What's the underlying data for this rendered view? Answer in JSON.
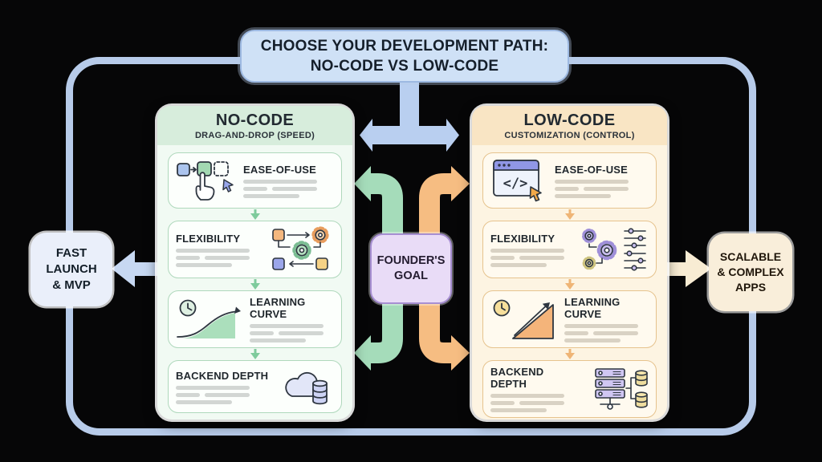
{
  "title": {
    "line1": "CHOOSE YOUR DEVELOPMENT PATH:",
    "line2": "NO-CODE VS LOW-CODE"
  },
  "nocode": {
    "title": "NO-CODE",
    "subtitle": "DRAG-AND-DROP (SPEED)",
    "items": [
      {
        "label": "EASE-OF-USE",
        "icon": "drag-drop-hand"
      },
      {
        "label": "FLEXIBILITY",
        "icon": "workflow-blocks-gears"
      },
      {
        "label": "LEARNING CURVE",
        "icon": "clock-gentle-curve"
      },
      {
        "label": "BACKEND DEPTH",
        "icon": "cloud-database"
      }
    ]
  },
  "lowcode": {
    "title": "LOW-CODE",
    "subtitle": "CUSTOMIZATION (CONTROL)",
    "code_glyph": "</>",
    "items": [
      {
        "label": "EASE-OF-USE",
        "icon": "code-window-cursor"
      },
      {
        "label": "FLEXIBILITY",
        "icon": "gears-sliders"
      },
      {
        "label": "LEARNING CURVE",
        "icon": "clock-steep-ramp"
      },
      {
        "label": "BACKEND DEPTH",
        "icon": "server-databases"
      }
    ]
  },
  "center": {
    "goal_line1": "FOUNDER'S",
    "goal_line2": "GOAL"
  },
  "left_outcome": {
    "lines": [
      "FAST",
      "LAUNCH",
      "& MVP"
    ]
  },
  "right_outcome": {
    "lines": [
      "SCALABLE",
      "& COMPLEX",
      "APPS"
    ]
  },
  "colors": {
    "background": "#060607",
    "frame_blue": "#b7cbe9",
    "title_bg": "#cfe1f6",
    "nocode_header": "#d7eddc",
    "nocode_accent": "#7ecb9c",
    "lowcode_header": "#f9e5c4",
    "lowcode_accent": "#efb576",
    "goal_purple": "#e9dcf7",
    "arrow_green": "#a5dcba",
    "arrow_orange": "#f6bd82",
    "arrow_blue": "#b9cff0"
  }
}
